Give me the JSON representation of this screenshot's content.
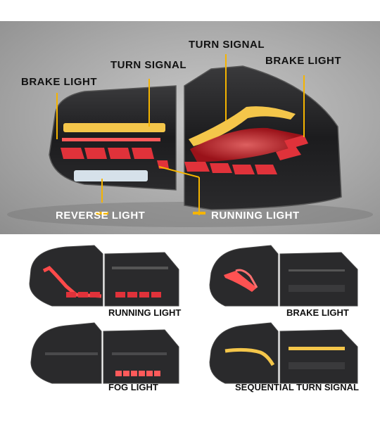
{
  "hero": {
    "labels": {
      "turn_signal_top": "TURN SIGNAL",
      "turn_signal_left": "TURN SIGNAL",
      "brake_light_left": "BRAKE LIGHT",
      "brake_light_right": "BRAKE LIGHT",
      "reverse_light": "REVERSE LIGHT",
      "running_light": "RUNNING LIGHT"
    },
    "accent_color": "#f5b400"
  },
  "thumbnails": [
    {
      "caption": "RUNNING LIGHT",
      "mode": "running"
    },
    {
      "caption": "BRAKE LIGHT",
      "mode": "brake"
    },
    {
      "caption": "FOG LIGHT",
      "mode": "fog"
    },
    {
      "caption": "SEQUENTIAL TURN SIGNAL",
      "mode": "turn"
    }
  ]
}
